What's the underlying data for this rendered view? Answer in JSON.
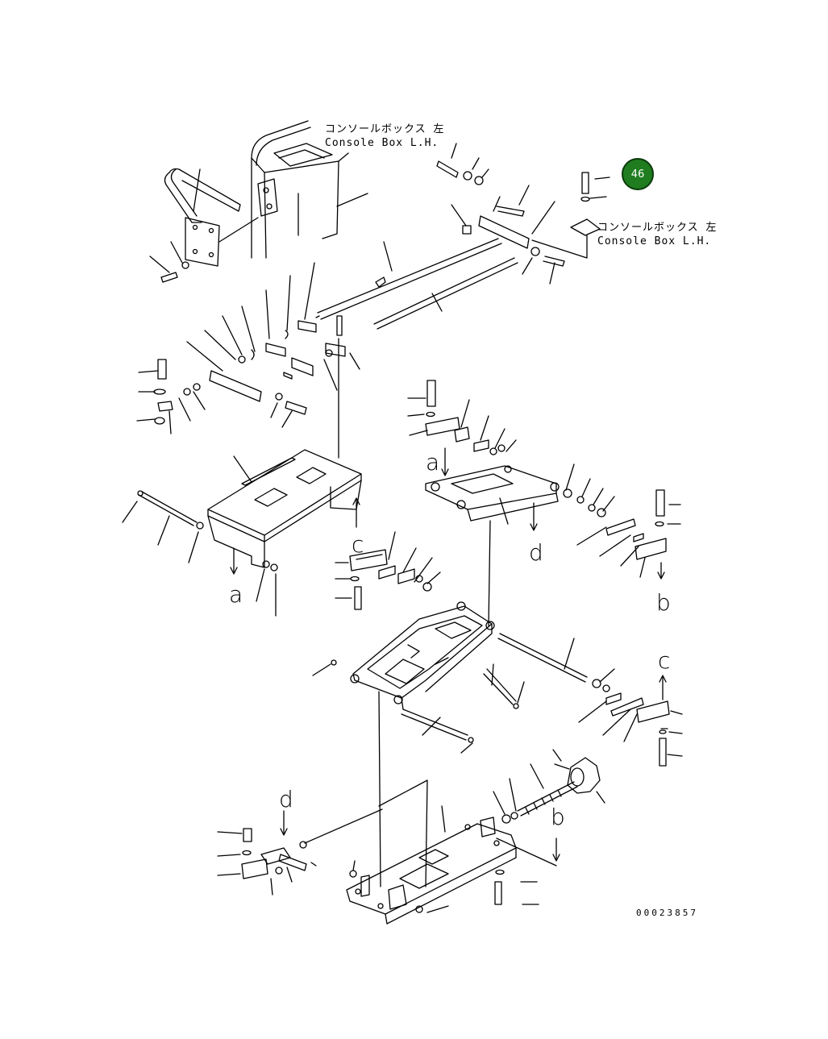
{
  "callout_top": {
    "jp": "コンソールボックス 左",
    "en": "Console Box L.H."
  },
  "callout_right": {
    "jp": "コンソールボックス 左",
    "en": "Console Box L.H."
  },
  "page_badge": "46",
  "drawing_code": "00023857",
  "connection_letters": {
    "a_upper": "a",
    "a_lower": "a",
    "b_upper": "b",
    "b_lower": "b",
    "c_upper": "c",
    "c_lower": "c",
    "d_upper": "d",
    "d_lower": "d"
  },
  "colors": {
    "badge": "#1f7d1f",
    "lines": "#000000"
  }
}
